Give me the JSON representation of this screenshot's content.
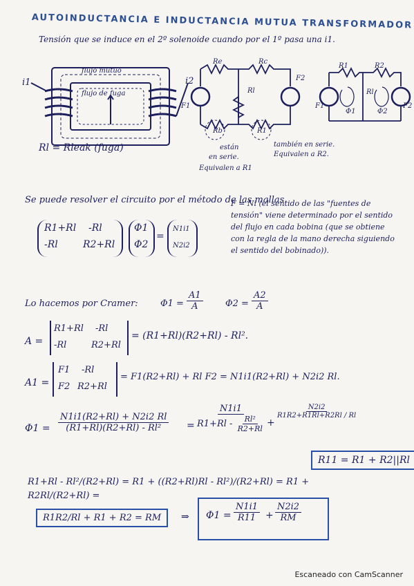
{
  "header": {
    "title": "AUTOINDUCTANCIA E INDUCTANCIA MUTUA TRANSFORMADOR",
    "subtitle": "Tensión que se induce en el 2º solenoide cuando por el 1º pasa una i1."
  },
  "figure": {
    "core_labels": [
      "flujo mutuo",
      "flujo de fuga"
    ],
    "i1": "i1",
    "i2": "i2",
    "rl_note": "Rl = Rleak (fuga)",
    "circuit1": {
      "R_e_top": "Re",
      "R_c_top": "Rc",
      "R_l": "Rl",
      "R_b_bottom": "Rb",
      "R_1_bottom": "R1",
      "F1": "F1",
      "F2": "F2",
      "note_left": [
        "están",
        "en serie.",
        "Equivalen a R1"
      ],
      "note_right": [
        "también en serie.",
        "Equivalen a R2."
      ]
    },
    "circuit2": {
      "R1": "R1",
      "R2": "R2",
      "Rl": "Rl",
      "F1": "F1",
      "F2": "F2",
      "phi1": "Φ1",
      "phi2": "Φ2"
    }
  },
  "text1": "Se puede resolver el circuito por el método de las mallas.",
  "matrix": {
    "a11": "R1+Rl",
    "a12": "-Rl",
    "a21": "-Rl",
    "a22": "R2+Rl",
    "x1": "Φ1",
    "x2": "Φ2",
    "b1": "N1i1",
    "b2": "N2i2",
    "note": "F = Ni (el sentido de las \"fuentes de tensión\" viene determinado por el sentido del flujo en cada bobina (que se obtiene con la regla de la mano derecha siguiendo el sentido del bobinado))."
  },
  "cramer": {
    "label": "Lo hacemos por Cramer:",
    "phi1": "Φ1 =",
    "A1_over_A": [
      "A1",
      "A"
    ],
    "phi2": "Φ2 =",
    "A2_over_A": [
      "A2",
      "A"
    ]
  },
  "det_A": {
    "lhs": "A =",
    "m11": "R1+Rl",
    "m12": "-Rl",
    "m21": "-Rl",
    "m22": "R2+Rl",
    "rhs": "= (R1+Rl)(R2+Rl) - Rl²."
  },
  "det_A1": {
    "lhs": "A1 =",
    "m11": "F1",
    "m12": "-Rl",
    "m21": "F2",
    "m22": "R2+Rl",
    "rhs": "= F1(R2+Rl) + Rl F2 = N1i1(R2+Rl) + N2i2 Rl."
  },
  "phi1_expr": {
    "lhs": "Φ1 =",
    "num": "N1i1(R2+Rl) + N2i2 Rl",
    "den": "(R1+Rl)(R2+Rl) - Rl²",
    "eq": "=",
    "t1_num": "N1i1",
    "t1_den_a": "R1+Rl -",
    "t1_den_frac_num": "Rl²",
    "t1_den_frac_den": "R2+Rl",
    "plus": "+",
    "t2_num": "N2i2",
    "t2_den": "R1R2+R1Rl+R2Rl / Rl"
  },
  "simplify": {
    "line": "R1+Rl - Rl²/(R2+Rl) = R1 + ((R2+Rl)Rl - Rl²)/(R2+Rl) = R1 + R2Rl/(R2+Rl) =",
    "box": "R11 = R1 + R2||Rl"
  },
  "final": {
    "box_left": "R1R2/Rl + R1 + R2 = RM",
    "arrow": "⇒",
    "box_right_lhs": "Φ1 =",
    "t1_num": "N1i1",
    "t1_den": "R11",
    "plus": "+",
    "t2_num": "N2i2",
    "t2_den": "RM"
  },
  "footer": "Escaneado con CamScanner"
}
